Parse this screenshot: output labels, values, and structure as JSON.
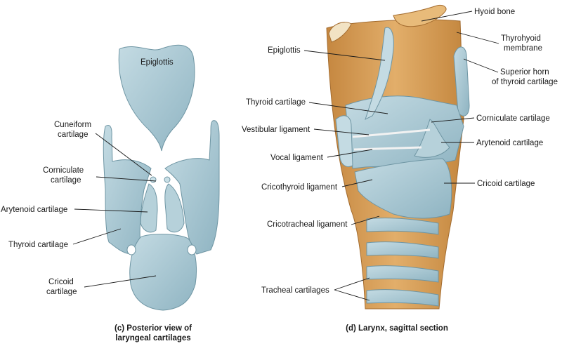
{
  "left_panel": {
    "caption_line1": "(c) Posterior view of",
    "caption_line2": "laryngeal cartilages",
    "labels": {
      "epiglottis": "Epiglottis",
      "cuneiform_1": "Cuneiform",
      "cuneiform_2": "cartilage",
      "corniculate_1": "Corniculate",
      "corniculate_2": "cartilage",
      "arytenoid": "Arytenoid cartilage",
      "thyroid": "Thyroid cartilage",
      "cricoid_1": "Cricoid",
      "cricoid_2": "cartilage"
    }
  },
  "right_panel": {
    "caption": "(d) Larynx, sagittal section",
    "labels": {
      "hyoid": "Hyoid bone",
      "thyrohyoid_1": "Thyrohyoid",
      "thyrohyoid_2": "membrane",
      "superior_horn_1": "Superior horn",
      "superior_horn_2": "of thyroid cartilage",
      "epiglottis": "Epiglottis",
      "thyroid": "Thyroid cartilage",
      "corniculate": "Corniculate cartilage",
      "vestibular": "Vestibular ligament",
      "arytenoid": "Arytenoid cartilage",
      "vocal": "Vocal ligament",
      "cricothyroid": "Cricothyroid ligament",
      "cricoid": "Cricoid cartilage",
      "cricotracheal": "Cricotracheal ligament",
      "tracheal": "Tracheal cartilages"
    }
  },
  "colors": {
    "cartilage": "#a9c8d3",
    "cartilage_dark": "#7fa6b4",
    "ligament": "#d9a25c",
    "ligament_dark": "#b97a35",
    "bone": "#e3b36e"
  }
}
